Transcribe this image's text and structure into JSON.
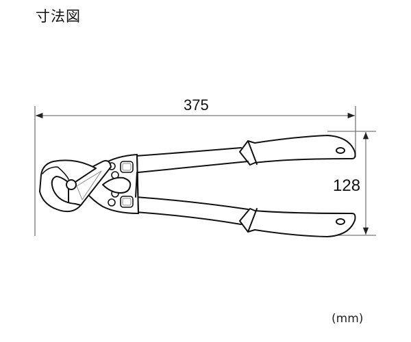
{
  "title": "寸法図",
  "dimensions": {
    "overall_length": {
      "value": "375",
      "label": "375"
    },
    "handle_spread": {
      "value": "128",
      "label": "128"
    }
  },
  "unit_label": "(mm)",
  "subject": "cable-cutter",
  "colors": {
    "outline": "#111111",
    "dimension_line": "#777777",
    "background": "#ffffff"
  }
}
